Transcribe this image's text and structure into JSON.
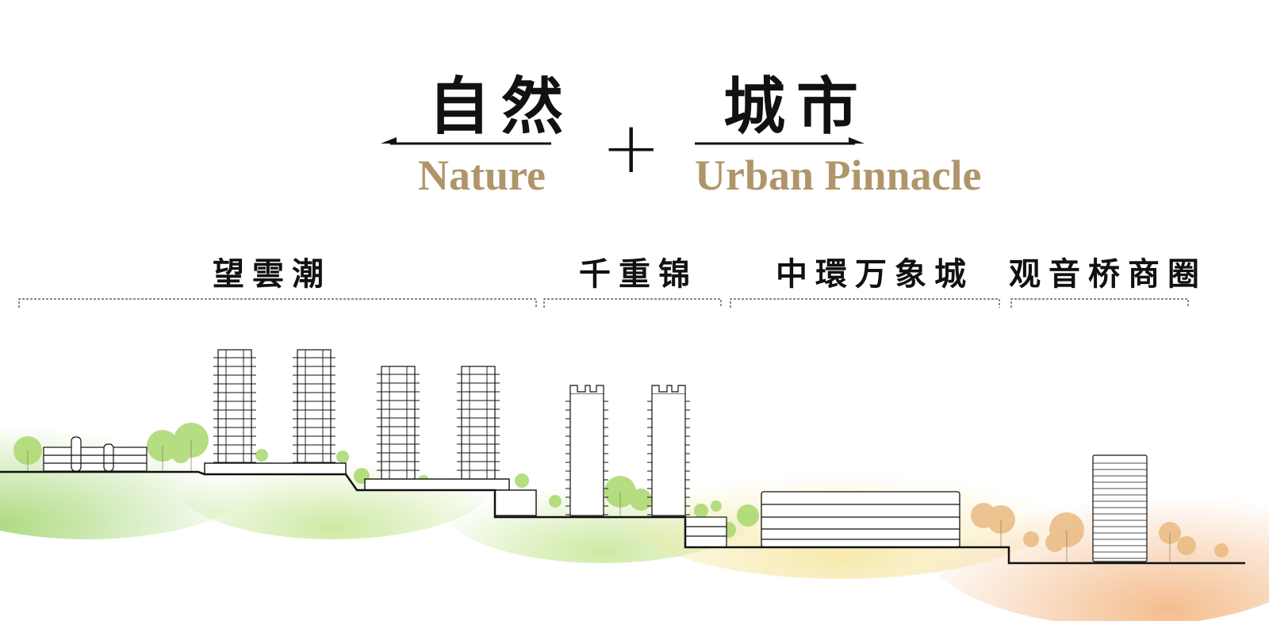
{
  "title": {
    "nature_cn": "自然",
    "nature_en": "Nature",
    "plus": "+",
    "urban_cn": "城市",
    "urban_en": "Urban Pinnacle"
  },
  "zones": [
    {
      "label": "望雲潮"
    },
    {
      "label": "千重锦"
    },
    {
      "label": "中環万象城"
    },
    {
      "label": "观音桥商圈"
    }
  ],
  "colors": {
    "ink": "#111111",
    "gold": "#b0956a",
    "green": "#9ed46a",
    "orange": "#f2b27a"
  }
}
